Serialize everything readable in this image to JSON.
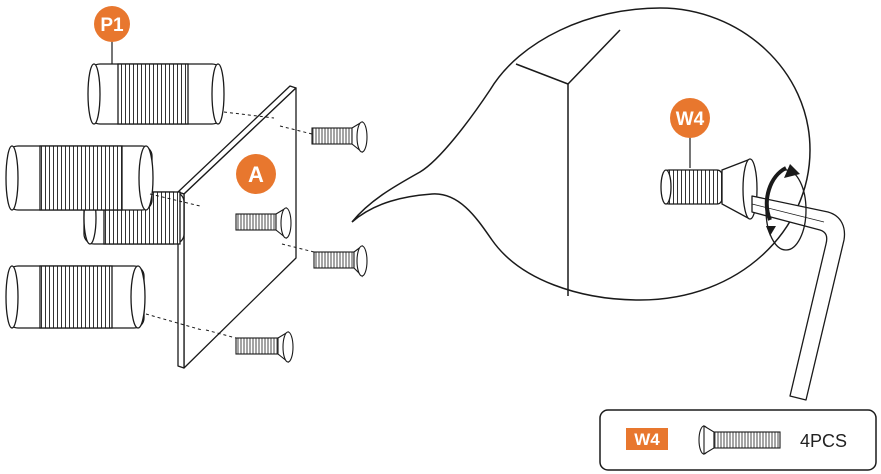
{
  "colors": {
    "accent": "#e8772e",
    "line": "#1a1a1a",
    "fill": "#ffffff"
  },
  "labels": {
    "post_label": "P1",
    "plate_label": "A",
    "screw_label": "W4"
  },
  "parts_box": {
    "part_code": "W4",
    "quantity": "4PCS",
    "icon": "countersunk-screw-icon"
  },
  "tools": {
    "icon": "hex-key-icon"
  },
  "motion": {
    "icon": "rotation-arrow-icon"
  }
}
